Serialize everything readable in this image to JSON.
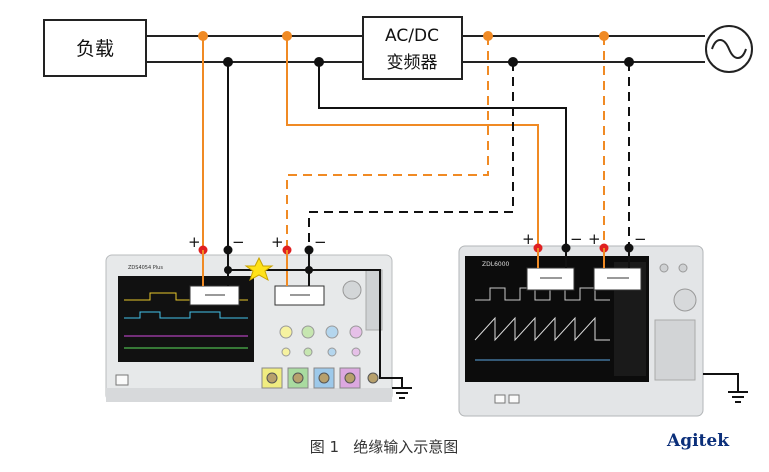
{
  "diagram": {
    "load_label": "负载",
    "converter_label_line1": "AC/DC",
    "converter_label_line2": "变频器",
    "caption": "图 1   绝缘输入示意图",
    "brand": "Agitek",
    "probe_polarity_plus": "+",
    "probe_polarity_minus": "−",
    "instrument_left_model": "ZDS4054 Plus",
    "instrument_right_model": "ZDL6000",
    "source_icon": "ac-sine-icon",
    "ground_icon": "ground-icon",
    "fault_icon": "spark-icon"
  },
  "colors": {
    "phase_wire": "#f08a24",
    "neutral_wire": "#111111",
    "bus_line": "#222222",
    "probe_plus_dot": "#e02020",
    "spark": "#ffe21a"
  }
}
